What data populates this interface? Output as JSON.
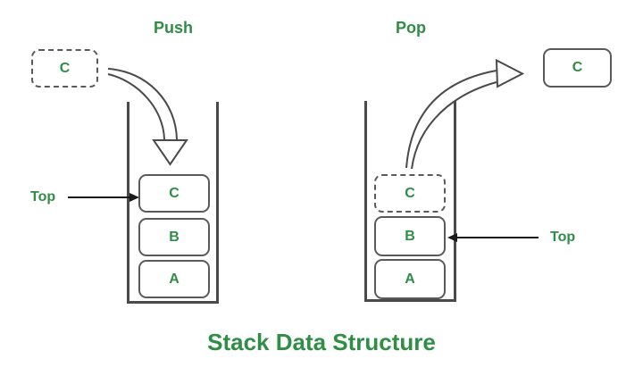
{
  "title": "Stack Data Structure",
  "colors": {
    "accent_green": "#2F8D46",
    "line_gray": "#4a4a4a",
    "arrow_black": "#1a1a1a",
    "box_border": "#5a5a5a"
  },
  "push_section": {
    "heading": "Push",
    "incoming_item": {
      "label": "C"
    },
    "top_label": "Top",
    "stack_items": [
      {
        "label": "C"
      },
      {
        "label": "B"
      },
      {
        "label": "A"
      }
    ]
  },
  "pop_section": {
    "heading": "Pop",
    "popped_item": {
      "label": "C"
    },
    "top_label": "Top",
    "stack_items": [
      {
        "label": "C"
      },
      {
        "label": "B"
      },
      {
        "label": "A"
      }
    ]
  }
}
